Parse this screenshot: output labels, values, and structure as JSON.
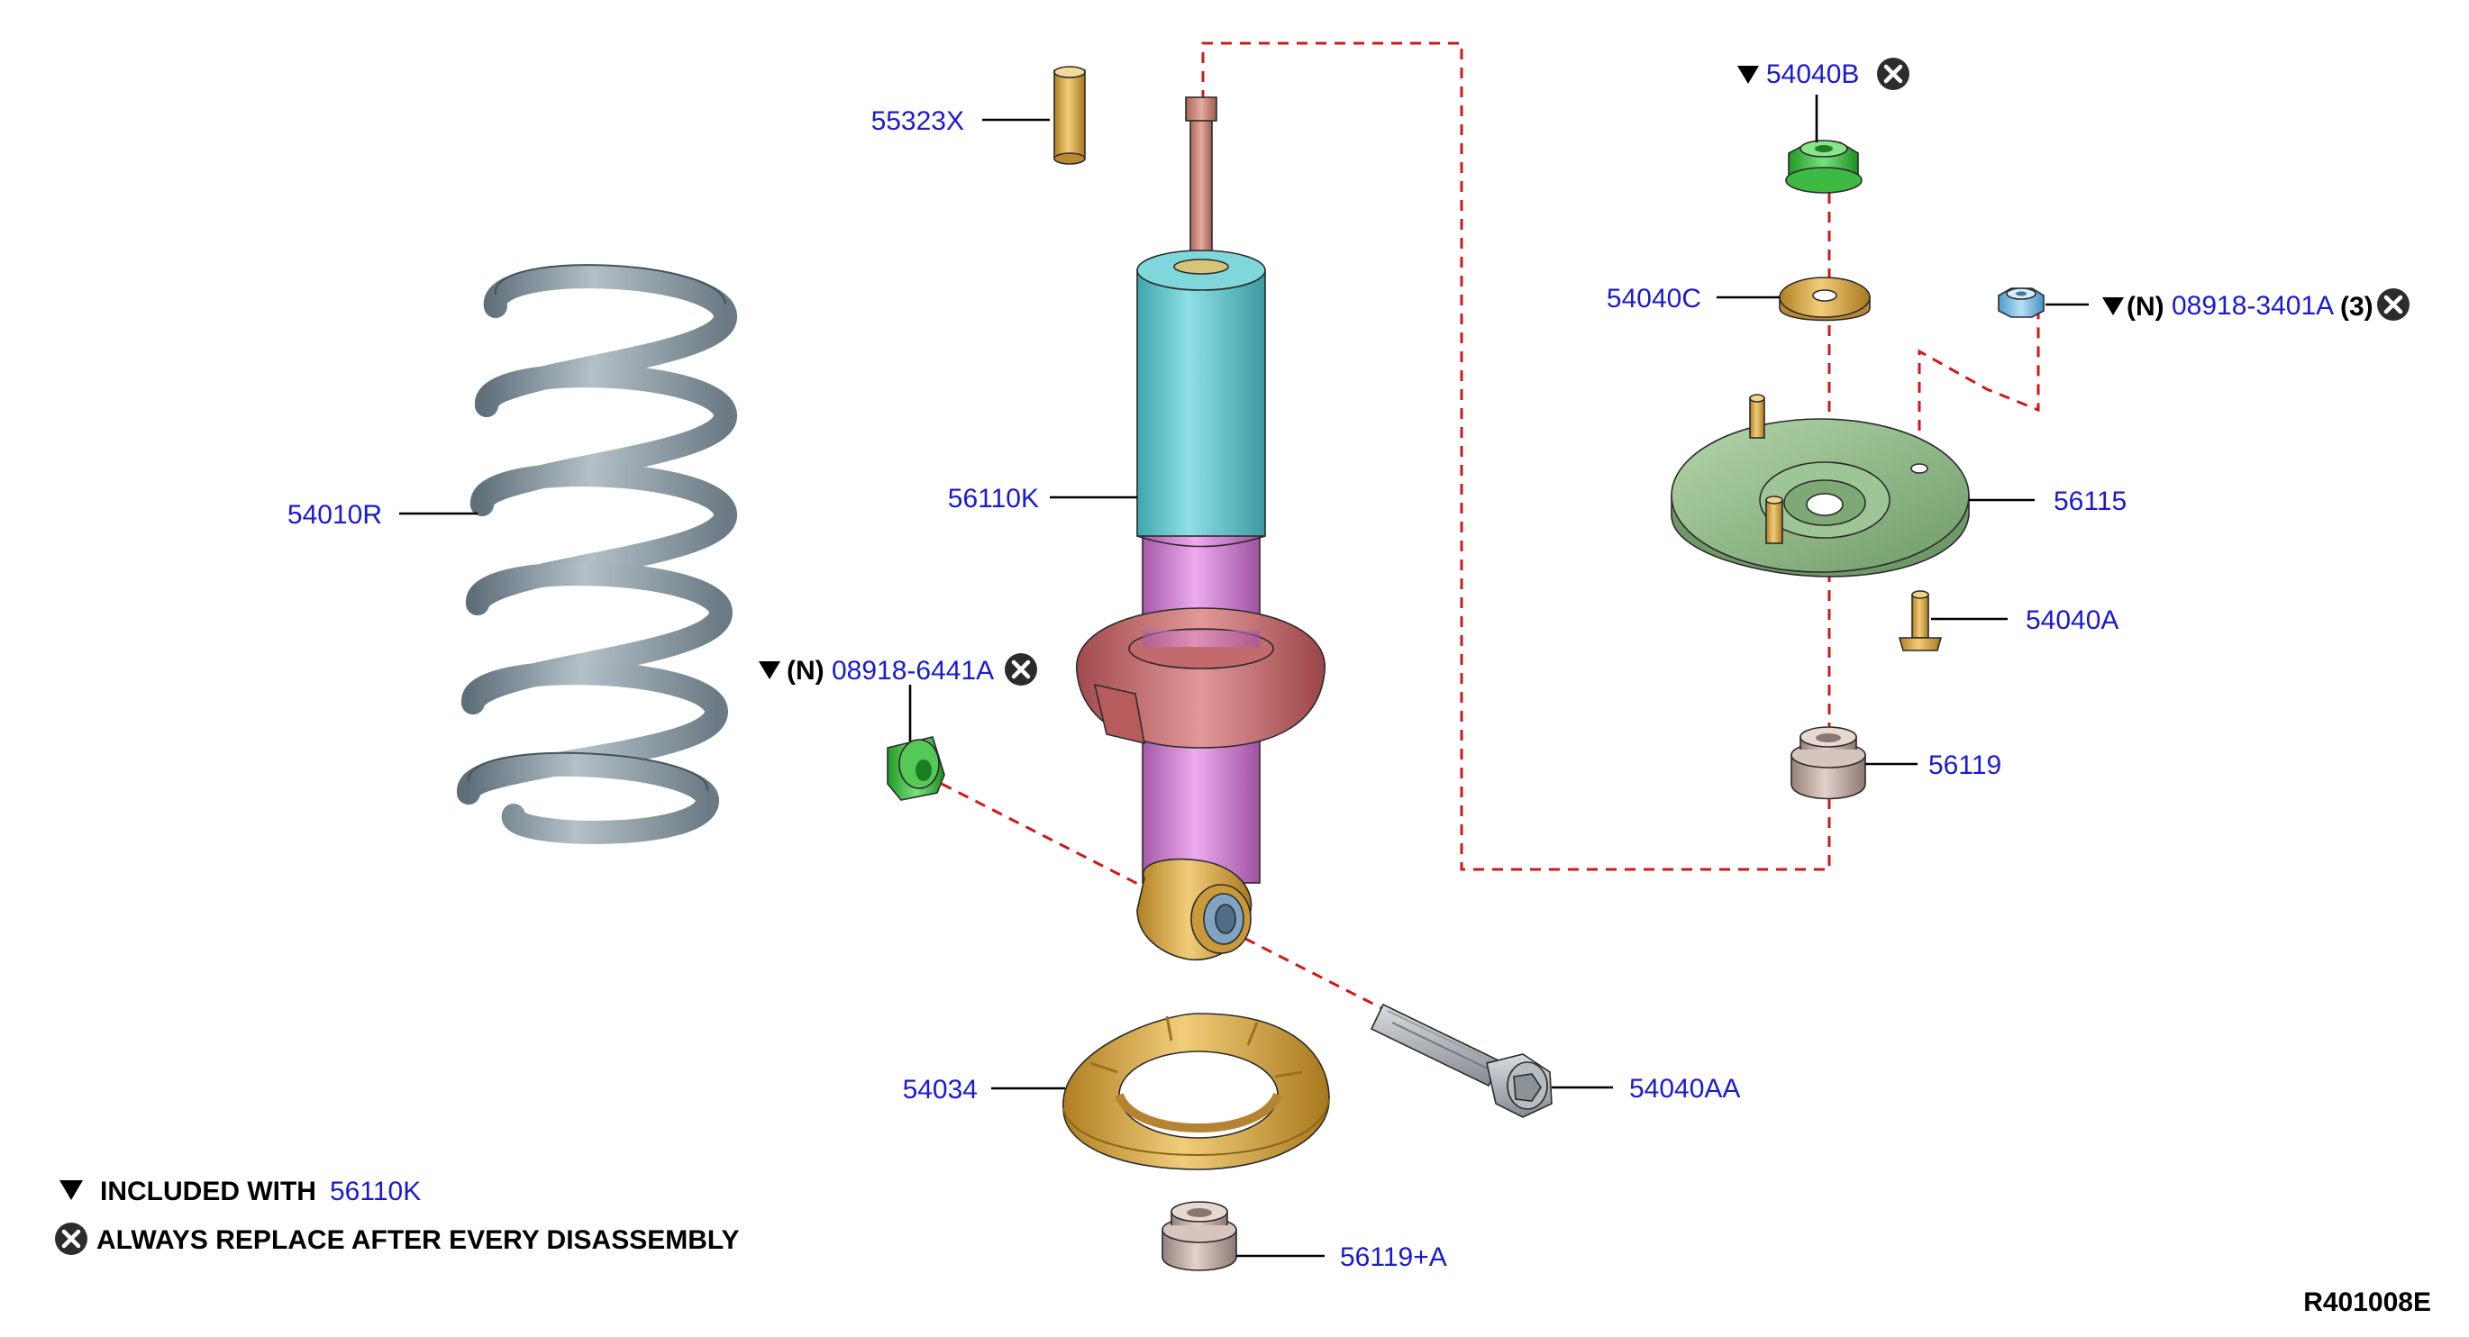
{
  "diagram_id": "R401008E",
  "parts": {
    "p55323X": "55323X",
    "p54010R": "54010R",
    "p56110K": "56110K",
    "p54040B": "54040B",
    "p54040C": "54040C",
    "p08918_3401A": "08918-3401A",
    "p56115": "56115",
    "p54040A": "54040A",
    "p56119": "56119",
    "p08918_6441A": "08918-6441A",
    "p54034": "54034",
    "p54040AA": "54040AA",
    "p56119A": "56119+A"
  },
  "markers": {
    "n_tag": "(N)",
    "qty_3": "(3)",
    "triangle_icon": "down-triangle-icon",
    "replace_icon": "x-circle-icon"
  },
  "legend": {
    "included_with_label": "INCLUDED WITH",
    "included_with_part": "56110K",
    "replace_label": "ALWAYS REPLACE AFTER EVERY DISASSEMBLY"
  },
  "colors": {
    "part_number": "#1a1ad0",
    "leader": "#000000",
    "assembly_line": "#d01818",
    "spring": "#8a9aa6",
    "shock_upper": "#5fc9cf",
    "shock_lower": "#d586d6",
    "spring_seat": "#cf6e70",
    "brass": "#d4a54a",
    "mount": "#8fb888",
    "green_nut": "#3fbf3f",
    "bump_stop": "#c2aaa0",
    "bolt": "#a6acb1"
  }
}
